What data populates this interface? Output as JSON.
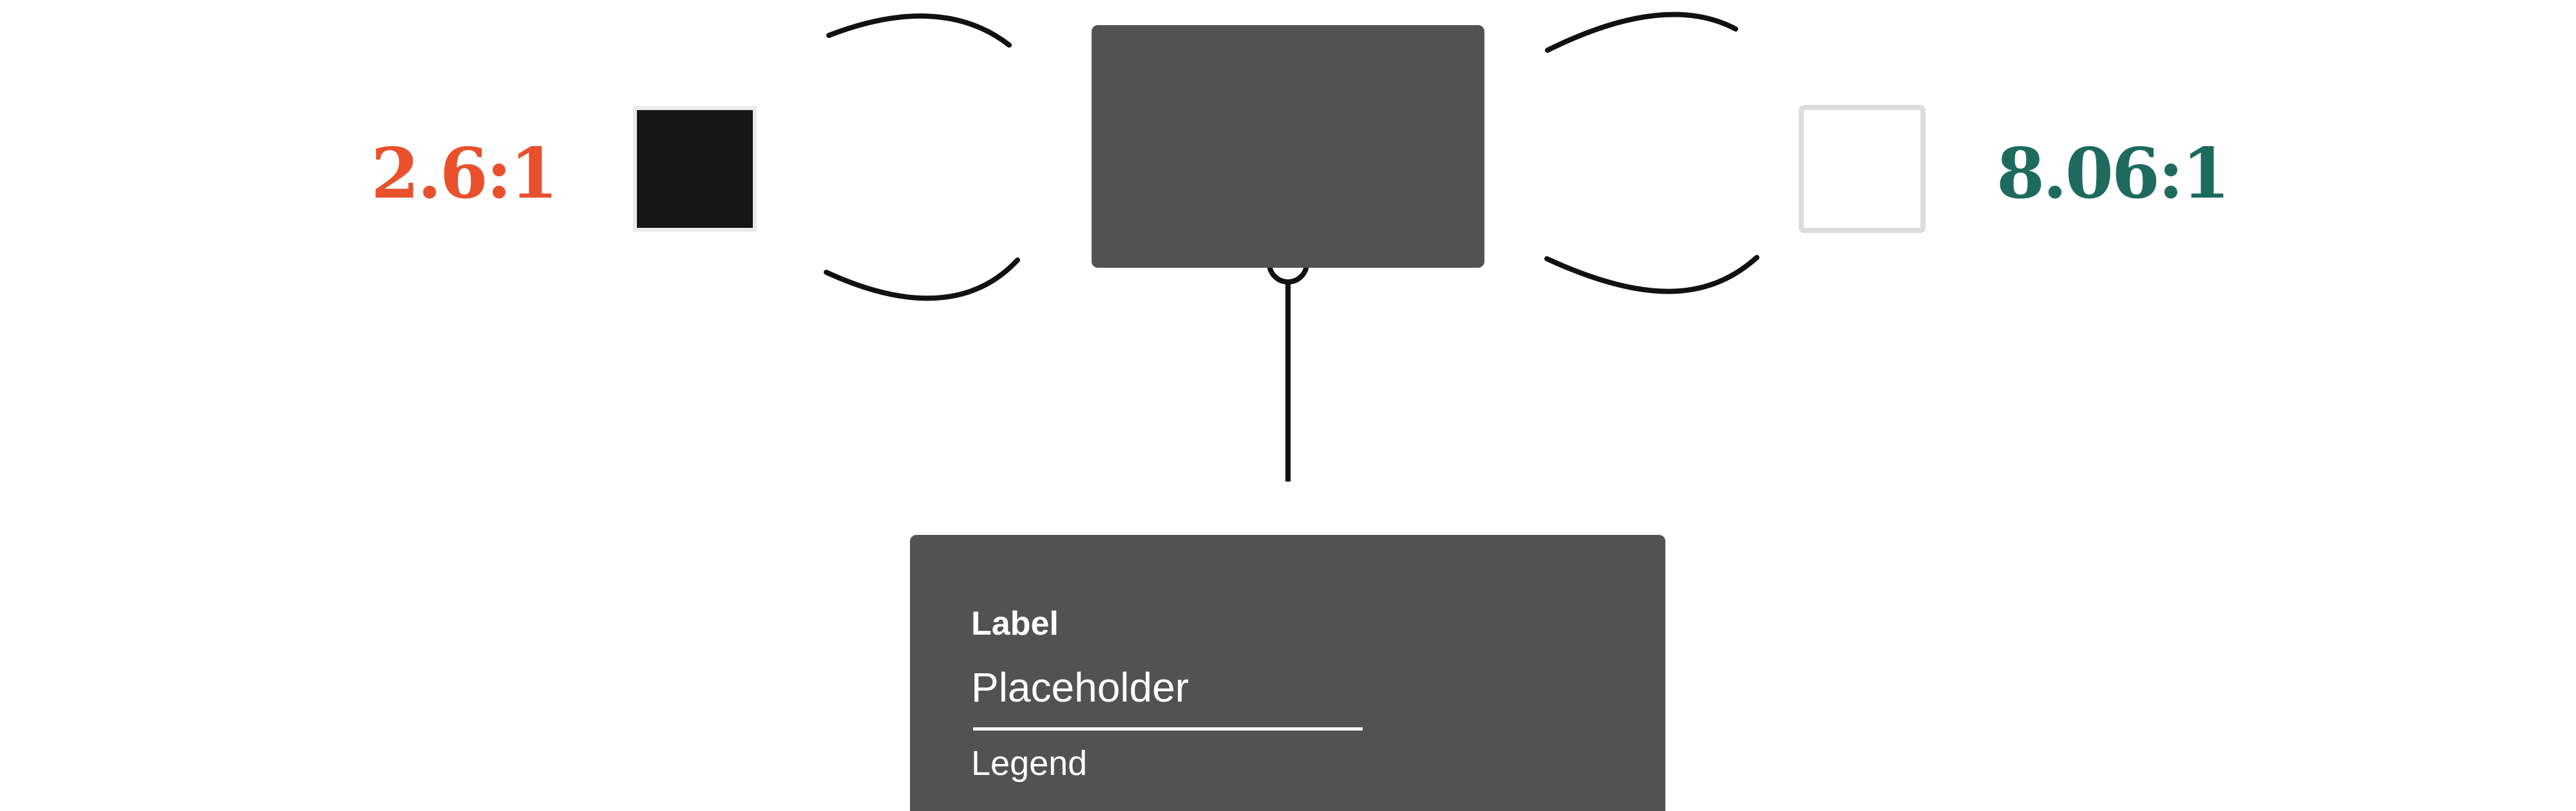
{
  "diagram": {
    "ratio_low": {
      "text": "2.6:1",
      "color": "#e9502c"
    },
    "ratio_high": {
      "text": "8.06:1",
      "color": "#1e6b5e"
    },
    "swatch_dark": {
      "color": "#161616",
      "icon": "dark-color-swatch"
    },
    "swatch_light": {
      "color": "#ffffff",
      "icon": "light-color-swatch"
    },
    "center_box": {
      "color": "#525252"
    },
    "connector_color": "#111111",
    "text_field": {
      "background": "#525252",
      "label": "Label",
      "placeholder": "Placeholder",
      "legend": "Legend"
    }
  }
}
